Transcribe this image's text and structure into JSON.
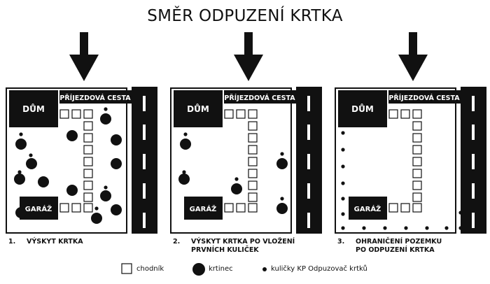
{
  "title": "SMĚR ODPUZENÍ KRTKA",
  "panels": [
    {
      "id": "panel-1",
      "house_label": "DŮM",
      "driveway_label": "PŘÍJEZDOVÁ CESTA",
      "garage_label": "GARÁŽ",
      "caption_number": "1.",
      "caption_lines": [
        "VÝSKYT KRTKA"
      ],
      "molehills": 13,
      "repellent_balls": 6
    },
    {
      "id": "panel-2",
      "house_label": "DŮM",
      "driveway_label": "PŘÍJEZDOVÁ CESTA",
      "garage_label": "GARÁŽ",
      "caption_number": "2.",
      "caption_lines": [
        "VÝSKYT KRTKA PO VLOŽENÍ",
        "PRVNÍCH KULIČEK"
      ],
      "molehills": 5,
      "repellent_balls": 5
    },
    {
      "id": "panel-3",
      "house_label": "DŮM",
      "driveway_label": "PŘÍJEZDOVÁ CESTA",
      "garage_label": "GARÁŽ",
      "caption_number": "3.",
      "caption_lines": [
        "OHRANIČENÍ POZEMKU",
        "PO ODPUZENÍ KRTKA"
      ],
      "molehills": 0,
      "repellent_balls": 14
    }
  ],
  "legend": {
    "path_label": "chodník",
    "molehill_label": "krtinec",
    "ball_label": "kuličky KP Odpuzovač krtků"
  },
  "colors": {
    "ink": "#111111",
    "paper": "#ffffff"
  }
}
